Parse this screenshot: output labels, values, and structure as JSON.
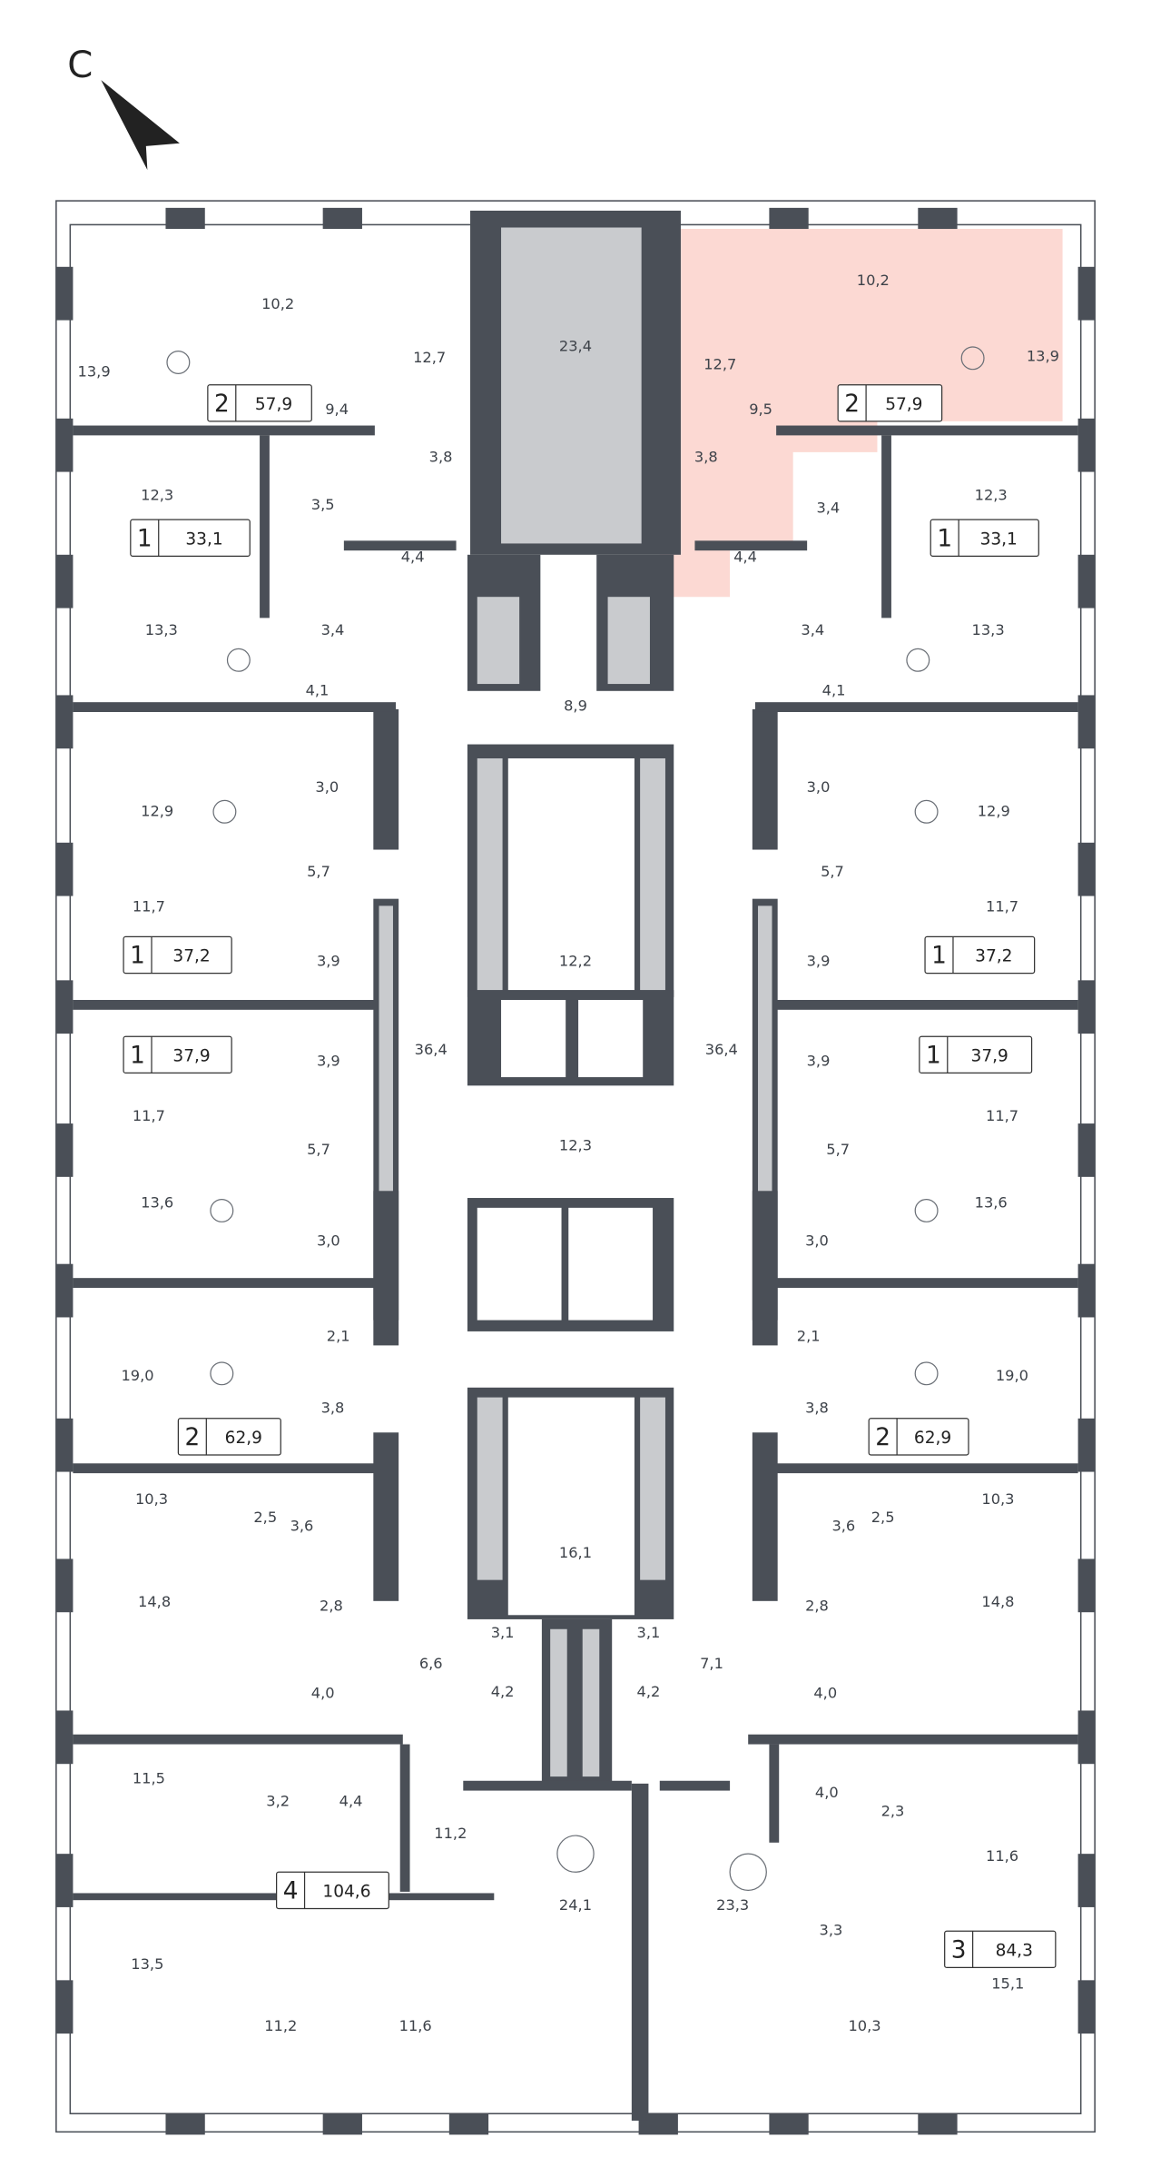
{
  "compass": {
    "label": "С"
  },
  "colors": {
    "wall": "#4a4f57",
    "core": "#c9cbce",
    "highlight": "#fcd9d3"
  },
  "rooms": [
    "13,9",
    "10,2",
    "12,7",
    "23,4",
    "9,4",
    "3,8",
    "3,5",
    "4,4",
    "12,3",
    "3,4",
    "13,3",
    "4,1",
    "8,9",
    "3,0",
    "12,9",
    "5,7",
    "11,7",
    "12,2",
    "3,9",
    "3,9",
    "36,4",
    "11,7",
    "12,3",
    "5,7",
    "13,6",
    "3,0",
    "2,1",
    "19,0",
    "3,8",
    "10,3",
    "2,5",
    "3,6",
    "16,1",
    "14,8",
    "2,8",
    "3,1",
    "3,1",
    "6,6",
    "7,1",
    "4,0",
    "4,2",
    "4,2",
    "11,5",
    "3,2",
    "4,4",
    "11,2",
    "24,1",
    "23,3",
    "13,5",
    "11,2",
    "11,6",
    "10,3",
    "15,1",
    "12,7",
    "10,2",
    "13,9",
    "9,5",
    "3,8",
    "3,4",
    "4,4",
    "12,3",
    "3,4",
    "13,3",
    "4,1",
    "3,0",
    "12,9",
    "5,7",
    "11,7",
    "3,9",
    "36,4",
    "3,9",
    "11,7",
    "5,7",
    "13,6",
    "3,0",
    "2,1",
    "19,0",
    "3,8",
    "2,5",
    "3,6",
    "10,3",
    "14,8",
    "2,8",
    "4,0",
    "4,0",
    "2,3",
    "11,6",
    "3,3"
  ],
  "apartments": [
    {
      "rooms": "2",
      "area": "57,9"
    },
    {
      "rooms": "1",
      "area": "33,1"
    },
    {
      "rooms": "1",
      "area": "37,2"
    },
    {
      "rooms": "1",
      "area": "37,9"
    },
    {
      "rooms": "2",
      "area": "62,9"
    },
    {
      "rooms": "4",
      "area": "104,6"
    },
    {
      "rooms": "2",
      "area": "57,9",
      "highlighted": true
    },
    {
      "rooms": "1",
      "area": "33,1"
    },
    {
      "rooms": "1",
      "area": "37,2"
    },
    {
      "rooms": "1",
      "area": "37,9"
    },
    {
      "rooms": "2",
      "area": "62,9"
    },
    {
      "rooms": "3",
      "area": "84,3"
    }
  ]
}
